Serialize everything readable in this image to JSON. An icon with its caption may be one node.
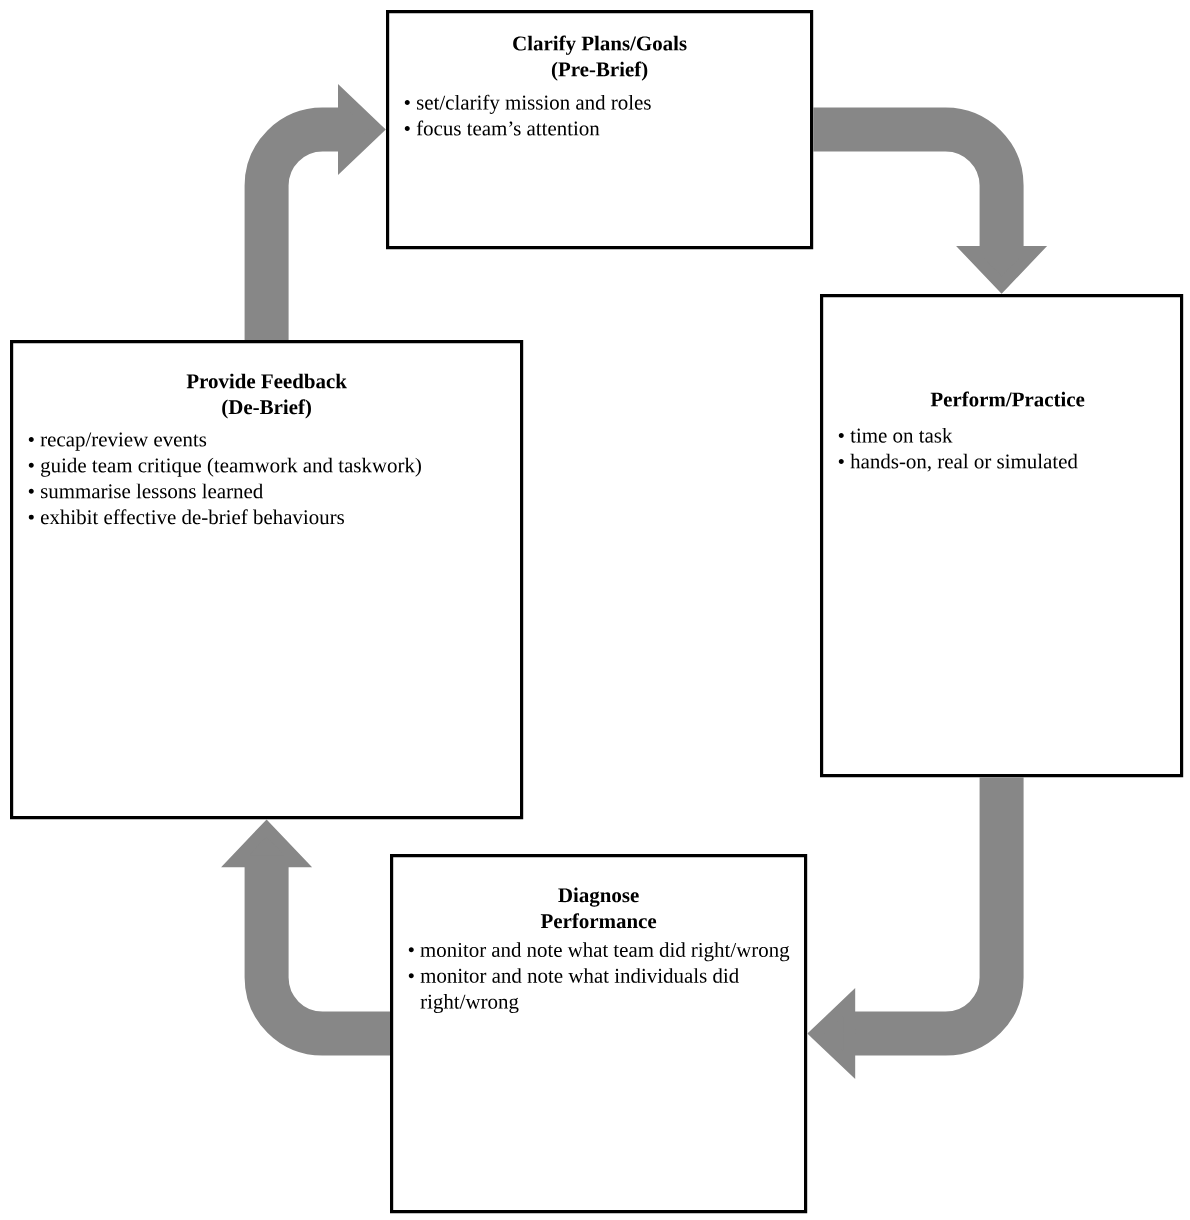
{
  "diagram": {
    "nodes": [
      {
        "text": [
          "Clarify Plans/Goals (Pre-Brief)",
          "• set/clarify mission and roles",
          "• focus team’s attention"
        ]
      },
      {
        "text": [
          "Perform/Practice",
          "• time on task",
          "• hands-on, real or simulated"
        ]
      },
      {
        "text": [
          "Diagnose Performance",
          "• monitor and note what team did right/wrong",
          "• monitor and note what individuals did right/wrong"
        ]
      },
      {
        "text": [
          "Provide Feedback (De-Brief)",
          "• recap/review events",
          "• guide team critique (teamwork and taskwork)",
          "• summarise lessons learned",
          "• exhibit effective de-brief behaviours"
        ]
      }
    ],
    "edges": [
      {
        "from": 0,
        "to": 1,
        "arrow": "to"
      },
      {
        "from": 1,
        "to": 2,
        "arrow": "to"
      },
      {
        "from": 2,
        "to": 3,
        "arrow": "to"
      },
      {
        "from": 3,
        "to": 0,
        "arrow": "to"
      }
    ]
  }
}
